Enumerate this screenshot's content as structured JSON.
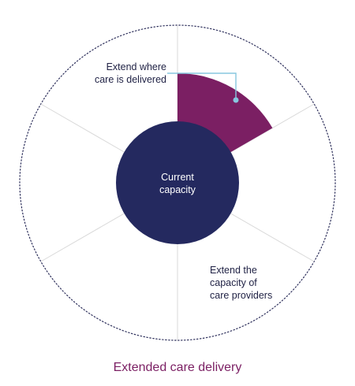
{
  "diagram": {
    "center_label": [
      "Current",
      "capacity"
    ],
    "top_label": [
      "Extend where",
      "care is delivered"
    ],
    "bottom_label": [
      "Extend the",
      "capacity of",
      "care providers"
    ],
    "caption": "Extended care delivery",
    "colors": {
      "accent": "#7b1f63",
      "center": "#24295f",
      "callout": "#87c7df",
      "divider": "#d9d9d9",
      "outer_border": "#2d2f5b",
      "text": "#1f2144"
    }
  }
}
